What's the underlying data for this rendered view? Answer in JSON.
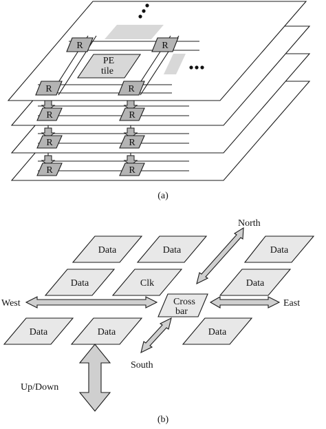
{
  "colors": {
    "line": "#1a1a1a",
    "fill_white": "#ffffff",
    "fill_light": "#e8e8e8",
    "fill_mid": "#cfcfcf",
    "fill_dark": "#b4b4b4"
  },
  "part_a": {
    "router_label": "R",
    "pe_tile": {
      "line1": "PE",
      "line2": "tile"
    },
    "caption": "(a)"
  },
  "part_b": {
    "tiles": [
      "Data",
      "Data",
      "Data",
      "Data",
      "Clk",
      "Data",
      "Data",
      "Data",
      "Data"
    ],
    "crossbar": {
      "line1": "Cross",
      "line2": "bar"
    },
    "directions": {
      "north": "North",
      "south": "South",
      "east": "East",
      "west": "West",
      "updown": "Up/Down"
    },
    "caption": "(b)"
  }
}
